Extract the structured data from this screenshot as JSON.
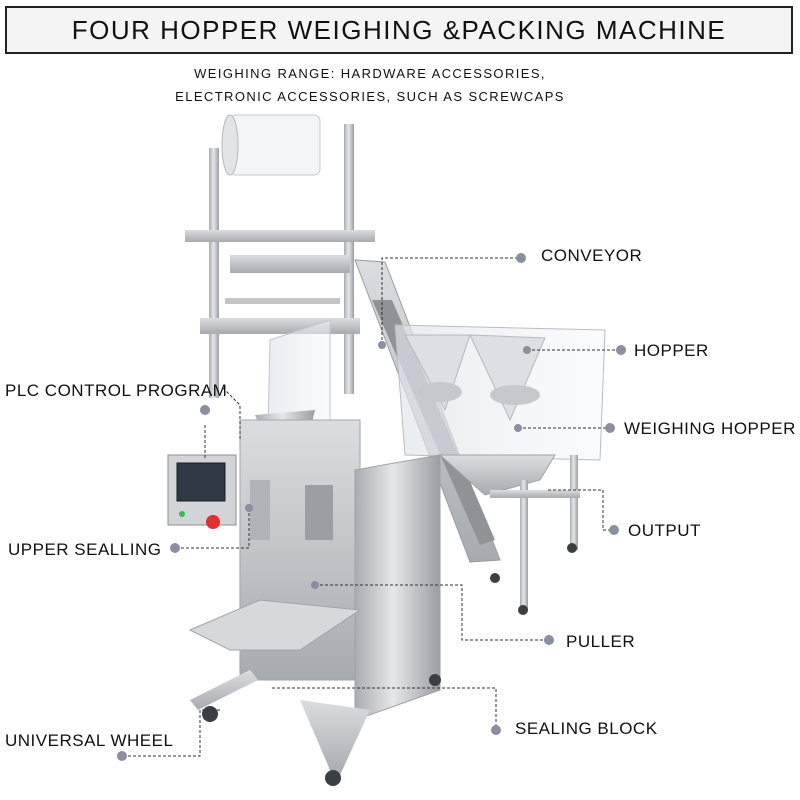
{
  "header": {
    "title": "FOUR HOPPER WEIGHING &PACKING MACHINE",
    "subtitle_line1": "WEIGHING RANGE: HARDWARE ACCESSORIES,",
    "subtitle_line2": "ELECTRONIC ACCESSORIES, SUCH AS SCREWCAPS"
  },
  "labels": {
    "conveyor": "CONVEYOR",
    "hopper": "HOPPER",
    "weighing_hopper": "WEIGHING HOPPER",
    "output": "OUTPUT",
    "puller": "PULLER",
    "sealing_block": "SEALING BLOCK",
    "plc_control_program": "PLC CONTROL PROGRAM",
    "upper_sealling": "UPPER SEALLING",
    "universal_wheel": "UNIVERSAL WHEEL"
  },
  "colors": {
    "steel": "#c9cbce",
    "steel_dark": "#8e9196",
    "leader_line": "#333333",
    "dot": "#7d8194"
  }
}
